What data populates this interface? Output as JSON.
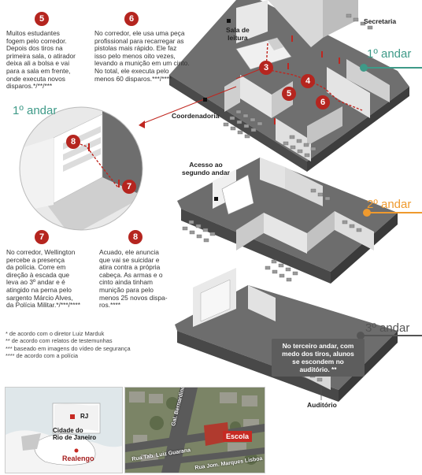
{
  "steps": [
    {
      "num": "5",
      "text": "Muitos estudantes\nfogem pelo corredor.\nDepois dos tiros na\nprimeira sala, o atirador\ndeixa ali a bolsa e vai\npara a sala em frente,\nonde executa novos\ndisparos.*/**/***"
    },
    {
      "num": "6",
      "text": "No corredor, ele usa uma peça\nprofissional para recarregar as\npistolas mais rápido. Ele faz\nisso pelo menos oito vezes,\nlevando a munição em um cinto.\nNo total, ele executa pelo\nmenos 60 disparos.***/****"
    },
    {
      "num": "7",
      "text": "No corredor, Wellington\npercebe a presença\nda polícia. Corre em\ndireção à escada que\nleva ao 3º andar e é\natingido na perna pelo\nsargento Márcio Alves,\nda Polícia Militar.*/***/****"
    },
    {
      "num": "8",
      "text": "Acuado, ele anuncia\nque vai se suicidar e\natira contra a própria\ncabeça. As armas e o\ncinto ainda tinham\nmunição para pelo\nmenos 25 novos dispa-\nros.****"
    }
  ],
  "floors": {
    "first_right": "1º andar",
    "first_left": "1º andar",
    "second": "2º andar",
    "third": "3º andar"
  },
  "labels": {
    "secretaria": "Secretaria",
    "sala_leitura": "Sala de\nleitura",
    "coordenadoria": "Coordenadoria",
    "acesso": "Acesso ao\nsegundo andar",
    "auditorio": "Auditório"
  },
  "markers": {
    "m3": "3",
    "m4": "4",
    "m5": "5",
    "m6": "6",
    "m7": "7",
    "m8": "8"
  },
  "callout": "No terceiro andar, com\nmedo dos tiros, alunos\nse escondem no\nauditório. **",
  "notes": [
    "* de acordo com o diretor Luiz Marduk",
    "** de acordo com relatos de testemunhas",
    "*** baseado em imagens do vídeo de segurança",
    "**** de acordo com a polícia"
  ],
  "map_left": {
    "state": "RJ",
    "city": "Cidade do\nRio de Janeiro",
    "district": "Realengo"
  },
  "map_right": {
    "school": "Escola",
    "street1": "Gal. Bernardino de Matos",
    "street2": "Rua Tab. Luiz Guarana",
    "street3": "Rua Jom. Marques Lisboa"
  },
  "colors": {
    "red": "#b5251f",
    "teal": "#3e9a88",
    "orange": "#ef9a2e",
    "dark": "#555555"
  }
}
